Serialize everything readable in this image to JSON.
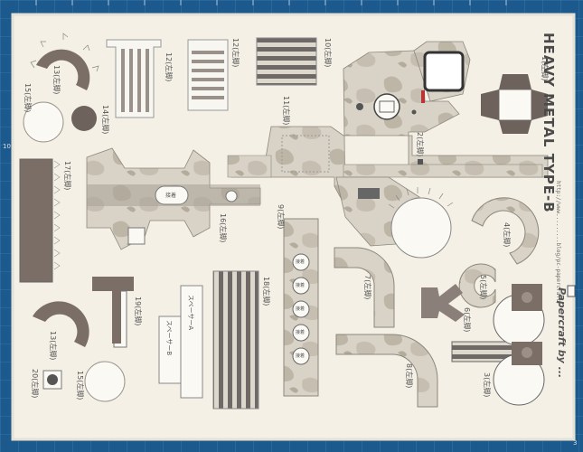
{
  "sheet": {
    "title": "HEAVY METAL TYPE-B",
    "credit": "Papercraft by ...",
    "url": "http://www.........blog/pc-papercraft/",
    "edge_left": "10",
    "edge_right": "3"
  },
  "parts": [
    {
      "num": "1",
      "label": "1(左脚)"
    },
    {
      "num": "2",
      "label": "2(左脚)"
    },
    {
      "num": "3",
      "label": "3(左脚)"
    },
    {
      "num": "4",
      "label": "4(左脚)"
    },
    {
      "num": "5",
      "label": "5(左脚)"
    },
    {
      "num": "6",
      "label": "6(左脚)"
    },
    {
      "num": "7",
      "label": "7(左脚)"
    },
    {
      "num": "8",
      "label": "8(左脚)"
    },
    {
      "num": "9",
      "label": "9(左脚)"
    },
    {
      "num": "10",
      "label": "10(左脚)"
    },
    {
      "num": "11",
      "label": "11(左脚)"
    },
    {
      "num": "12",
      "label": "12(左脚)"
    },
    {
      "num": "12b",
      "label": "12(左脚)"
    },
    {
      "num": "13",
      "label": "13(左脚)"
    },
    {
      "num": "13b",
      "label": "13(左脚)"
    },
    {
      "num": "14",
      "label": "14(左脚)"
    },
    {
      "num": "15",
      "label": "15(左脚)"
    },
    {
      "num": "15b",
      "label": "15(左脚)"
    },
    {
      "num": "16",
      "label": "16(左脚)"
    },
    {
      "num": "17",
      "label": "17(左脚)"
    },
    {
      "num": "18",
      "label": "18(左脚)"
    },
    {
      "num": "19",
      "label": "19(左脚)"
    },
    {
      "num": "20",
      "label": "20(左脚)"
    }
  ],
  "spacers": {
    "a": "スペーサーA",
    "b": "スペーサーB"
  },
  "rivet_label": "接着",
  "colors": {
    "board": "#1c5a8e",
    "paper": "#f4f0e6",
    "camo_light": "#d8d3c6",
    "camo_dark": "#b9b3a4",
    "dark_part": "#7a6e67"
  }
}
